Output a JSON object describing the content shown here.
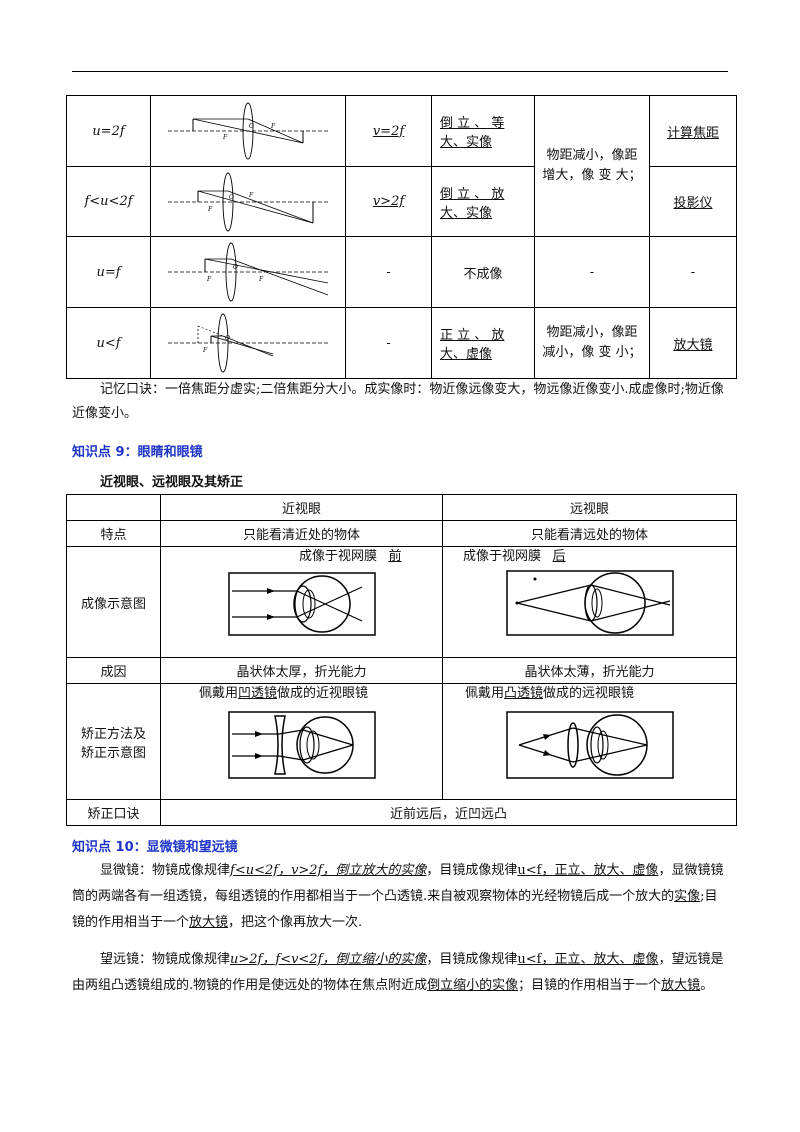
{
  "table1": {
    "rows": [
      {
        "cond": "u=2f",
        "image_dist": "v=2f",
        "nature": "倒 立 、 等 大、实像",
        "use": "计算焦距"
      },
      {
        "cond": "f<u<2f",
        "image_dist": "v>2f",
        "nature": "倒 立 、 放 大、实像",
        "use": "投影仪"
      },
      {
        "cond": "u=f",
        "image_dist": "-",
        "nature": "不成像",
        "trend": "-",
        "use": "-"
      },
      {
        "cond": "u<f",
        "image_dist": "-",
        "nature": "正 立 、 放 大、虚像",
        "trend": "物距减小，像距减小，像 变 小；",
        "use": "放大镜"
      }
    ],
    "trend_merged": "物距减小，像距增大，像 变 大；"
  },
  "memory": "记忆口诀：一倍焦距分虚实;二倍焦距分大小。成实像时：物近像远像变大，物远像近像变小.成虚像时;物近像近像变小。",
  "kp9": "知识点 9：眼睛和眼镜",
  "sub9": "近视眼、远视眼及其矫正",
  "table2": {
    "head_near": "近视眼",
    "head_far": "远视眼",
    "row_feature_label": "特点",
    "feature_near": "只能看清近处的物体",
    "feature_far": "只能看清远处的物体",
    "row_diagram_label": "成像示意图",
    "image_near_prefix": "成像于视网膜",
    "image_near_blank": "前",
    "image_far_prefix": "成像于视网膜",
    "image_far_blank": "后",
    "row_cause_label": "成因",
    "cause_near": "晶状体太厚，折光能力",
    "cause_far": "晶状体太薄，折光能力",
    "row_fix_label_1": "矫正方法及",
    "row_fix_label_2": "矫正示意图",
    "fix_near_prefix": "佩戴用",
    "fix_near_blank": "凹透镜",
    "fix_near_suffix": "做成的近视眼镜",
    "fix_far_prefix": "佩戴用",
    "fix_far_blank": "凸透镜",
    "fix_far_suffix": "做成的远视眼镜",
    "row_mnemonic_label": "矫正口诀",
    "mnemonic": "近前远后，近凹远凸"
  },
  "kp10": "知识点 10：显微镜和望远镜",
  "microscope": {
    "p1": "显微镜：物镜成像规律",
    "b1": "f<u<2f，v>2f，倒立放大的实像",
    "p2": "，目镜成像规律",
    "b2": "u<f，正立、放大、虚像",
    "p3": "，显微镜镜筒的两端各有一组透镜，每组透镜的作用都相当于一个凸透镜.来自被观察物体的光经物镜后成一个放大的",
    "b3": "实像",
    "p4": ";目镜的作用相当于一个",
    "b4": "放大镜",
    "p5": "，把这个像再放大一次."
  },
  "telescope": {
    "p1": "望远镜：物镜成像规律",
    "b1": "u>2f，f<v<2f，倒立缩小的实像",
    "p2": "，目镜成像规律",
    "b2": "u<f，正立、放大、虚像",
    "p3": "，望远镜是由两组凸透镜组成的.物镜的作用是使远处的物体在焦点附近成",
    "b3": "倒立缩小的实像",
    "p4": "；目镜的作用相当于一个",
    "b4": "放大镜",
    "p5": "。"
  }
}
